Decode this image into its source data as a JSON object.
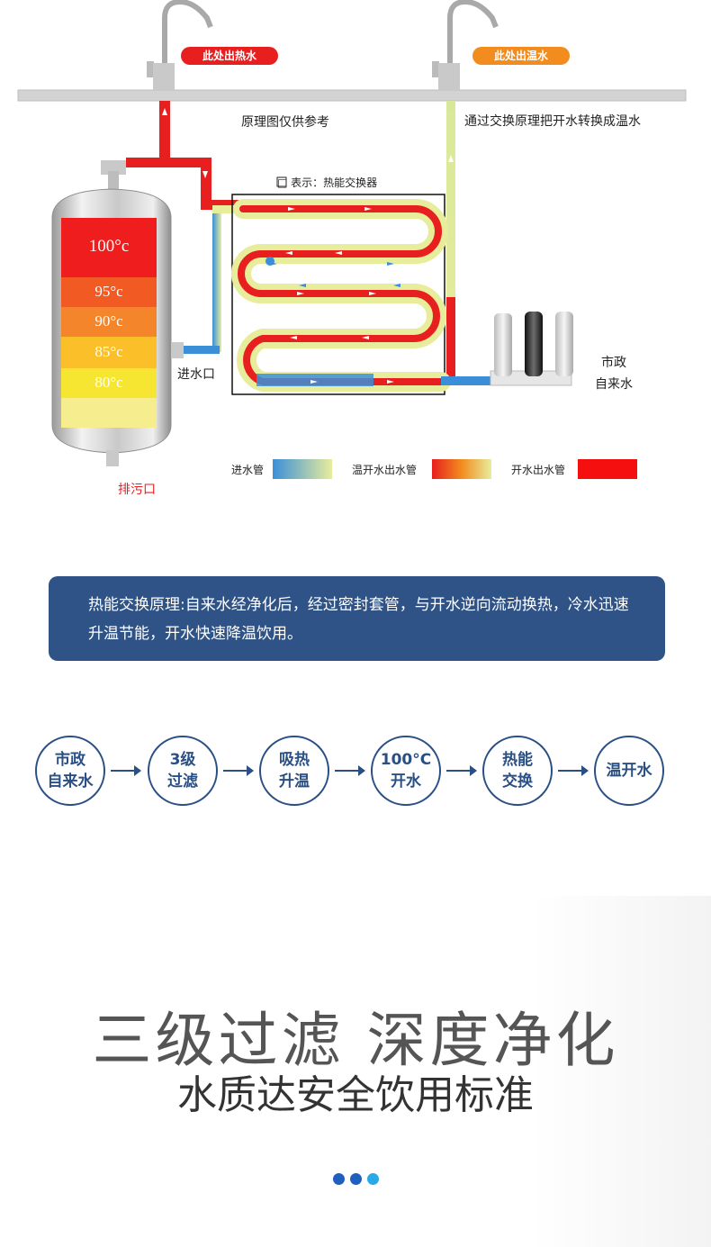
{
  "diagram": {
    "hot_outlet_label": "此处出热水",
    "warm_outlet_label": "此处出温水",
    "note": "原理图仅供参考",
    "exchange_note": "通过交换原理把开水转换成温水",
    "exchanger_legend": "□ 表示：热能交换器",
    "tank_temps": [
      "100°c",
      "95°c",
      "90°c",
      "85°c",
      "80°c"
    ],
    "inlet_label": "进水口",
    "drain_label": "排污口",
    "municipal_label_line1": "市政",
    "municipal_label_line2": "自来水",
    "legend": {
      "inlet_pipe": "进水管",
      "warm_pipe": "温开水出水管",
      "hot_pipe": "开水出水管"
    },
    "colors": {
      "hot": "#e81f1f",
      "warm": "#f28c1e",
      "cold": "#3b8fd9",
      "pale": "#e8ed9c"
    }
  },
  "info": {
    "text": "热能交换原理:自来水经净化后，经过密封套管，与开水逆向流动换热，冷水迅速升温节能，开水快速降温饮用。"
  },
  "process_steps": [
    {
      "label": "市政\n自来水"
    },
    {
      "label": "3级\n过滤"
    },
    {
      "label": "吸热\n升温"
    },
    {
      "label": "100°C\n开水"
    },
    {
      "label": "热能\n交换"
    },
    {
      "label": "温开水"
    }
  ],
  "headline": "三级过滤 深度净化",
  "subline": "水质达安全饮用标准",
  "pagination": {
    "dot_colors": [
      "#1f5fbf",
      "#1f5fbf",
      "#29a9e6"
    ]
  }
}
